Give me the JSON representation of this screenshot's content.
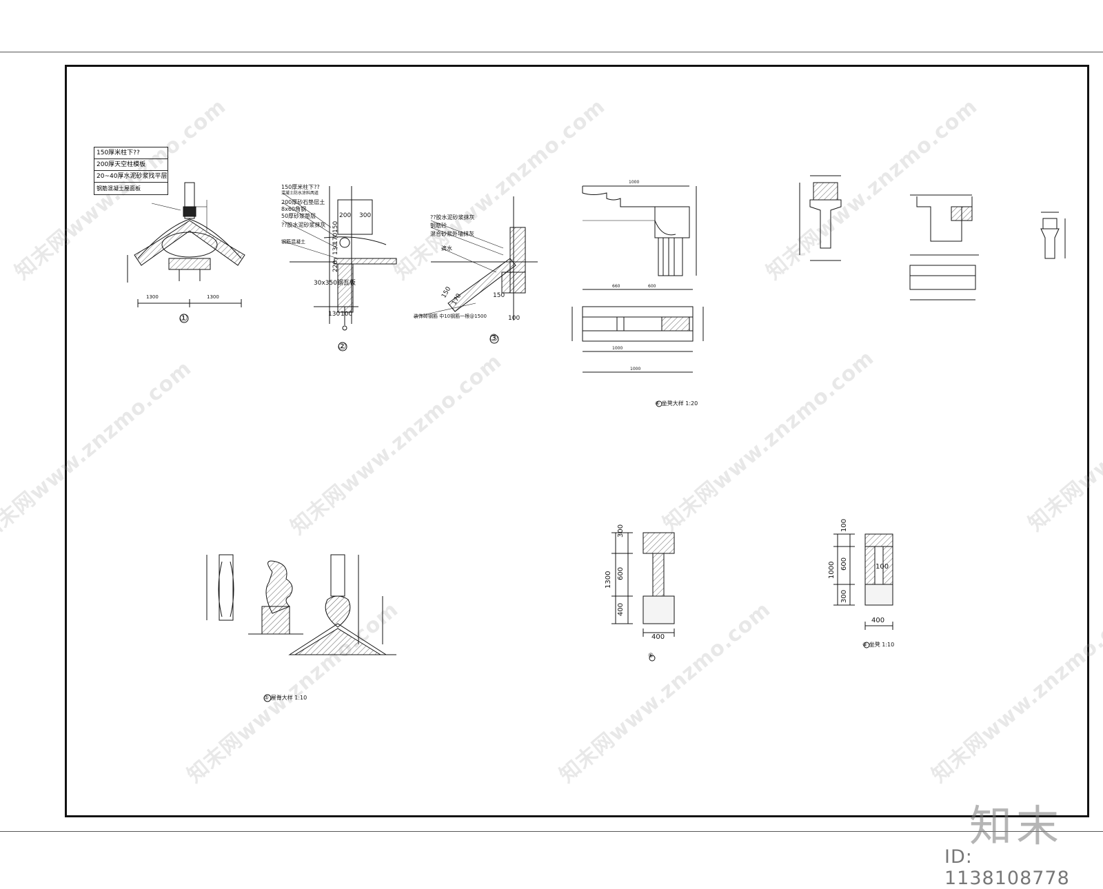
{
  "watermark": {
    "text": "知末网www.znzmo.com",
    "color": "#999999"
  },
  "brand": {
    "logo_text": "知末",
    "id_label": "ID: 1138108778"
  },
  "detail_1": {
    "marker": "①",
    "legend_rows": [
      "150厚米柱下??",
      "200厚天空柱模板",
      "20~40厚水泥砂浆找平层",
      "钢筋混凝土屋面板"
    ],
    "dims": [
      "1300",
      "1300"
    ]
  },
  "detail_2": {
    "marker": "②",
    "notes": [
      "150厚米柱下??",
      "混凝土防水涂料两道",
      "200厚砂石垫层土",
      "8x60角钢",
      "50厚砂浆垫层",
      "??胶水泥砂浆抹灰",
      "钢筋混凝土",
      "30x350钢瓦板"
    ],
    "dims": [
      "200",
      "300",
      "130",
      "100",
      "220",
      "130",
      "170",
      "150"
    ]
  },
  "detail_3": {
    "marker": "③",
    "notes": [
      "??胶水泥砂浆抹灰",
      "钢筋砼",
      "混合砂浆外墙抹灰",
      "滴水",
      "装饰砖钢筋 中10钢筋一根@1500"
    ],
    "dims": [
      "150",
      "170",
      "150",
      "100"
    ]
  },
  "detail_4": {
    "caption": "④ 坐凳大样 1:20",
    "dims": [
      "1000",
      "660",
      "600",
      "1000",
      "1000"
    ]
  },
  "detail_5": {
    "caption": "⑤ 屋脊大样 1:10"
  },
  "detail_6": {
    "marker": "⑥",
    "dims": [
      "300",
      "600",
      "400",
      "1300",
      "400"
    ]
  },
  "detail_7": {
    "caption": "⑧ 坐凳 1:10",
    "dims": [
      "100",
      "600",
      "300",
      "1000",
      "100",
      "400"
    ]
  }
}
